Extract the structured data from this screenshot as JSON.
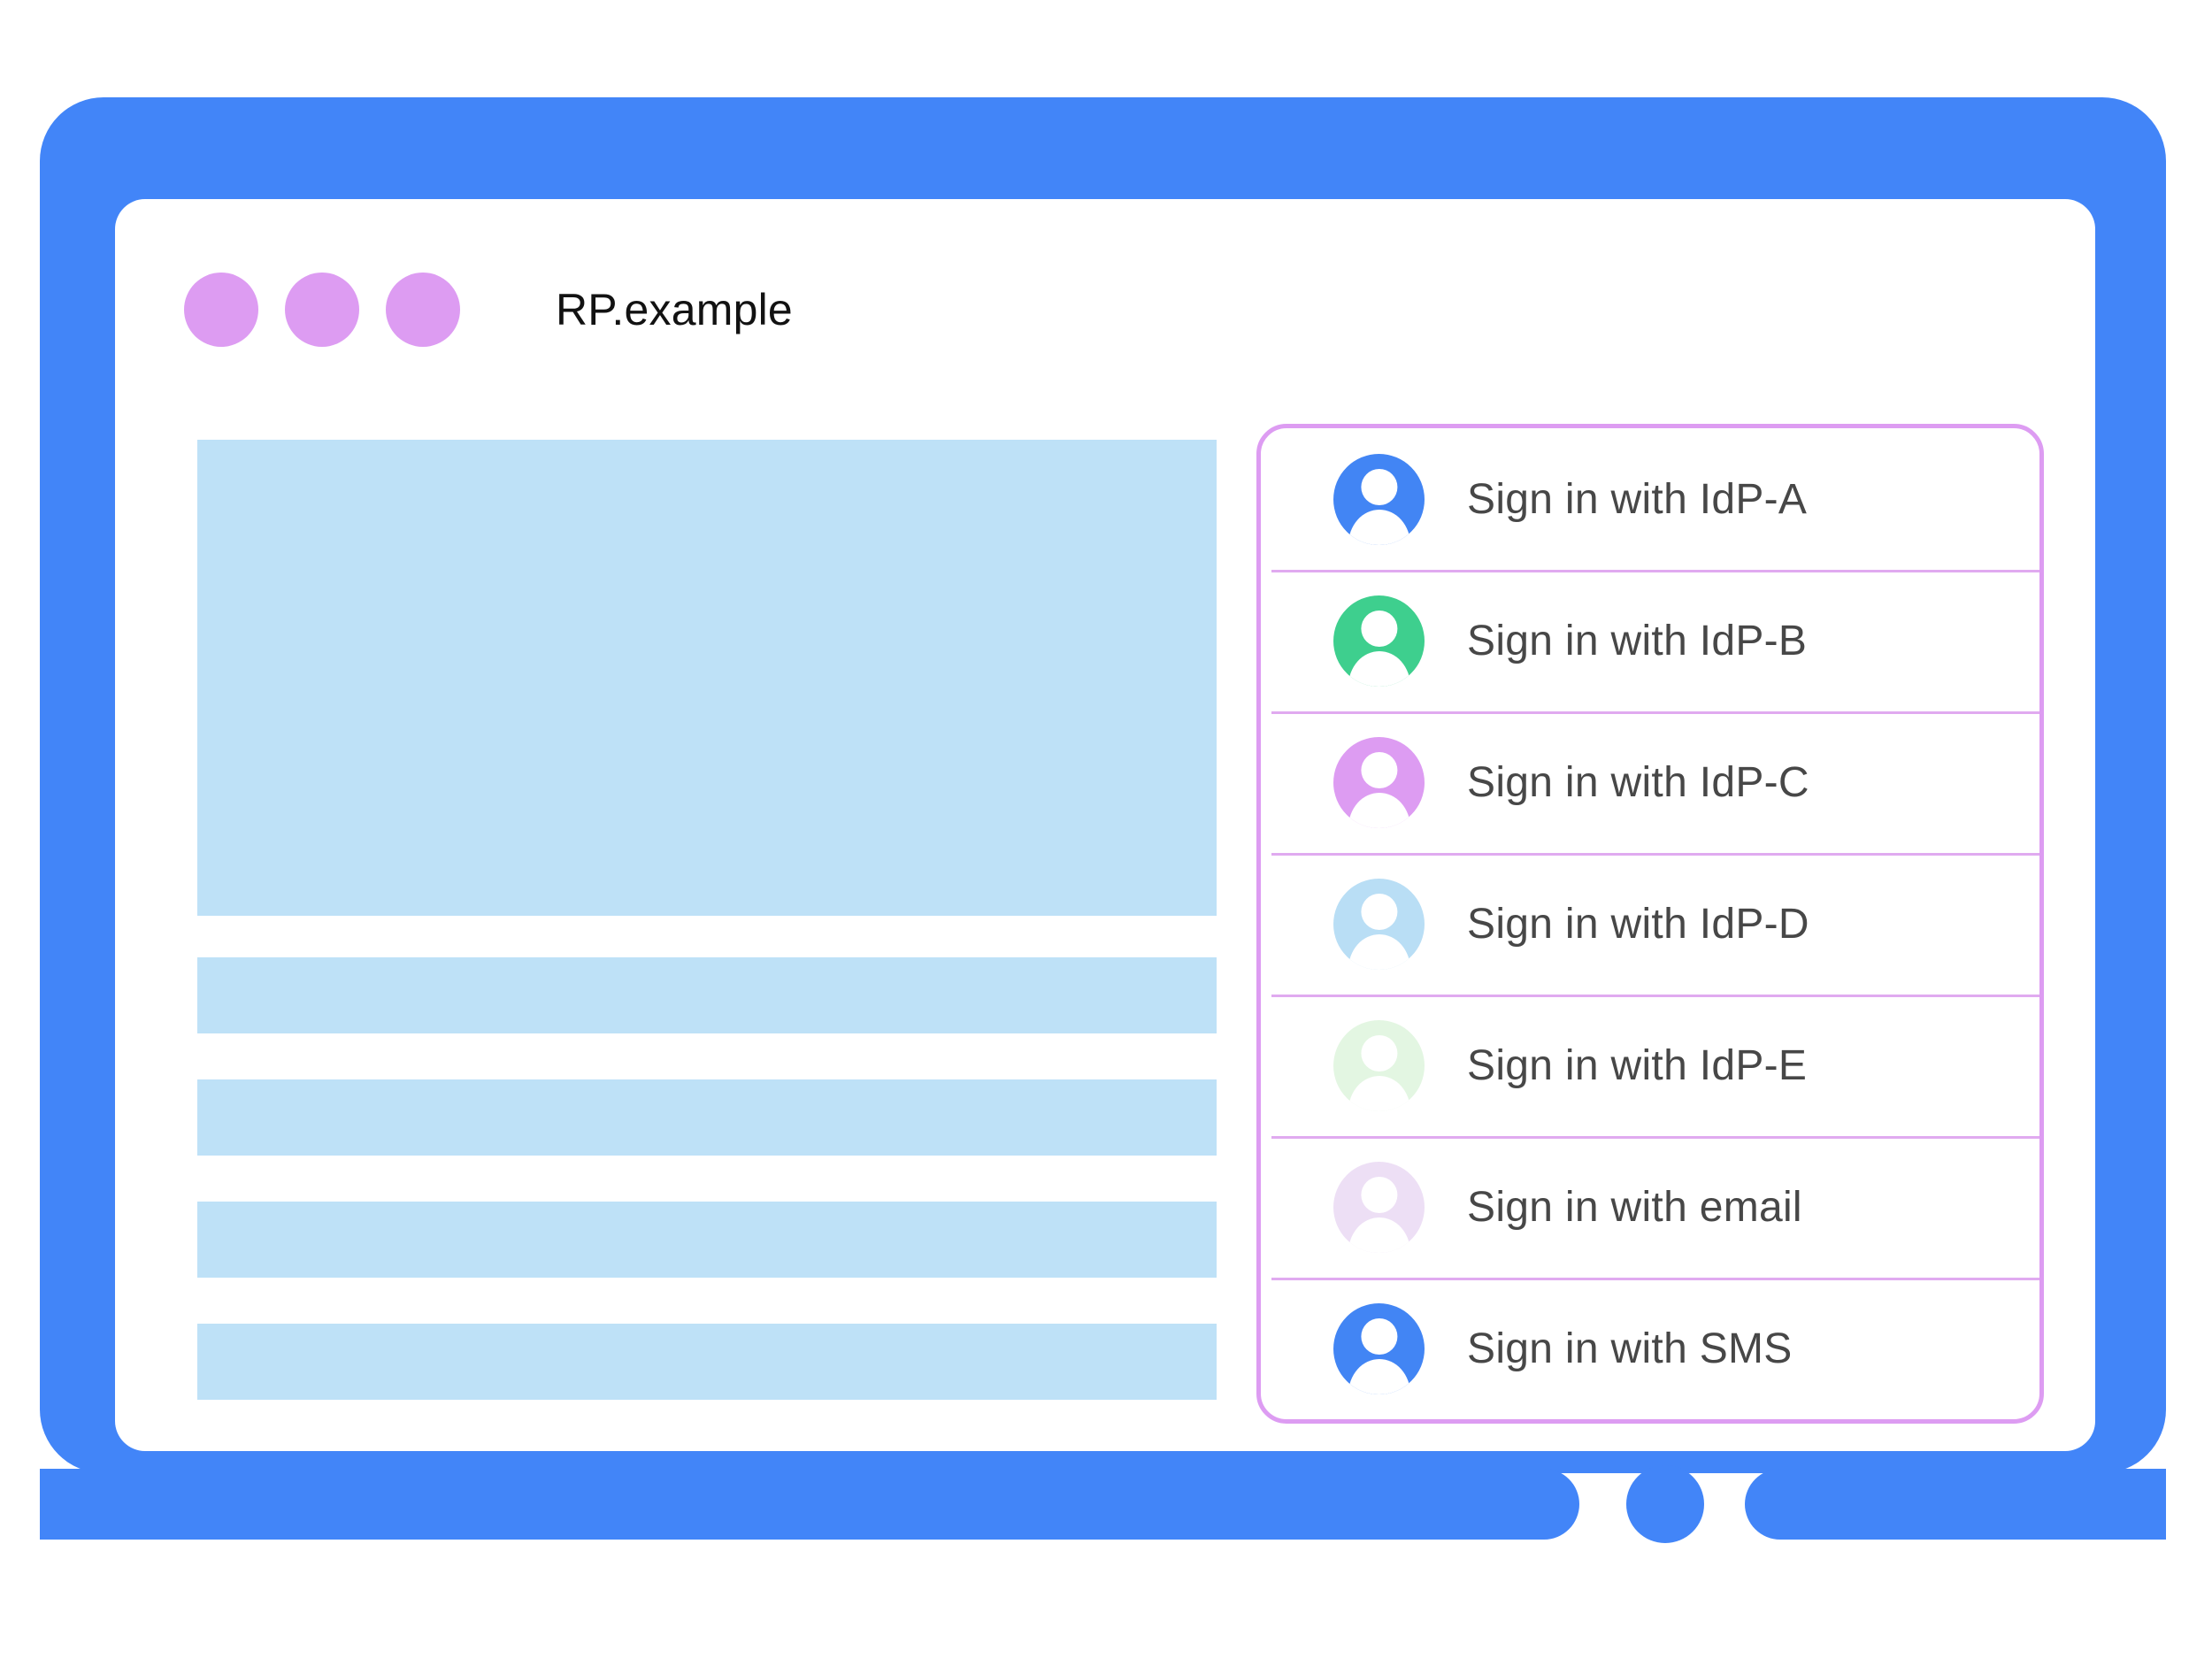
{
  "browser": {
    "title": "RP.example",
    "title_dots": [
      "dot-1",
      "dot-2",
      "dot-3"
    ],
    "frame_color": "#4285f8",
    "dot_color": "#dd9cf2",
    "placeholder_color": "#bee1f7",
    "home_button": "home-button"
  },
  "content": {
    "placeholders": [
      {
        "kind": "hero-block"
      },
      {
        "kind": "text-line"
      },
      {
        "kind": "text-line"
      },
      {
        "kind": "text-line"
      },
      {
        "kind": "text-line"
      }
    ]
  },
  "account_dialog": {
    "border_color": "#dd9cf2",
    "divider_color": "#e0aaf0",
    "label_color": "#474747",
    "accounts": [
      {
        "label": "Sign in with IdP-A",
        "icon": "account-avatar-icon",
        "avatar_color": "#4285f4"
      },
      {
        "label": "Sign in with IdP-B",
        "icon": "account-avatar-icon",
        "avatar_color": "#3ecf8e"
      },
      {
        "label": "Sign in with IdP-C",
        "icon": "account-avatar-icon",
        "avatar_color": "#dd9cf2"
      },
      {
        "label": "Sign in with IdP-D",
        "icon": "account-avatar-icon",
        "avatar_color": "#b9def5"
      },
      {
        "label": "Sign in with IdP-E",
        "icon": "account-avatar-icon",
        "avatar_color": "#e3f6e2"
      },
      {
        "label": "Sign in with email",
        "icon": "account-avatar-icon",
        "avatar_color": "#eddff5"
      },
      {
        "label": "Sign in with SMS",
        "icon": "account-avatar-icon",
        "avatar_color": "#4285f4"
      }
    ]
  }
}
